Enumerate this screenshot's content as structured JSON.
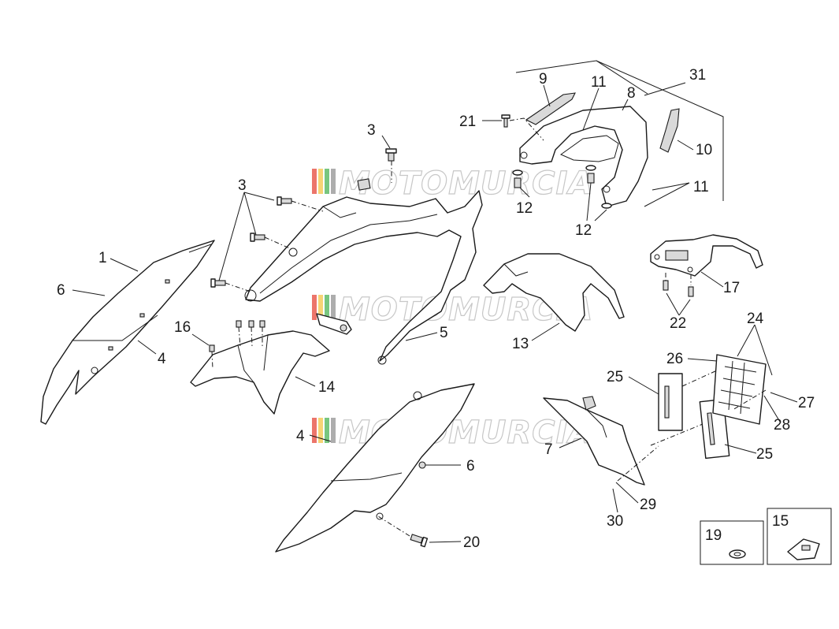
{
  "watermark": {
    "text": "MOTOMURCIA",
    "colors": [
      "#e43b2c",
      "#f2c23a",
      "#3fae49",
      "#8a8a8a"
    ]
  },
  "callouts": {
    "c1": "1",
    "c3a": "3",
    "c3b": "3",
    "c4a": "4",
    "c4b": "4",
    "c5": "5",
    "c6a": "6",
    "c6b": "6",
    "c7": "7",
    "c8": "8",
    "c9": "9",
    "c10": "10",
    "c11a": "11",
    "c11b": "11",
    "c12a": "12",
    "c12b": "12",
    "c13": "13",
    "c14": "14",
    "c15": "15",
    "c16": "16",
    "c17": "17",
    "c19": "19",
    "c20": "20",
    "c21": "21",
    "c22": "22",
    "c24": "24",
    "c25a": "25",
    "c25b": "25",
    "c26": "26",
    "c27": "27",
    "c28": "28",
    "c29": "29",
    "c30": "30",
    "c31": "31"
  }
}
